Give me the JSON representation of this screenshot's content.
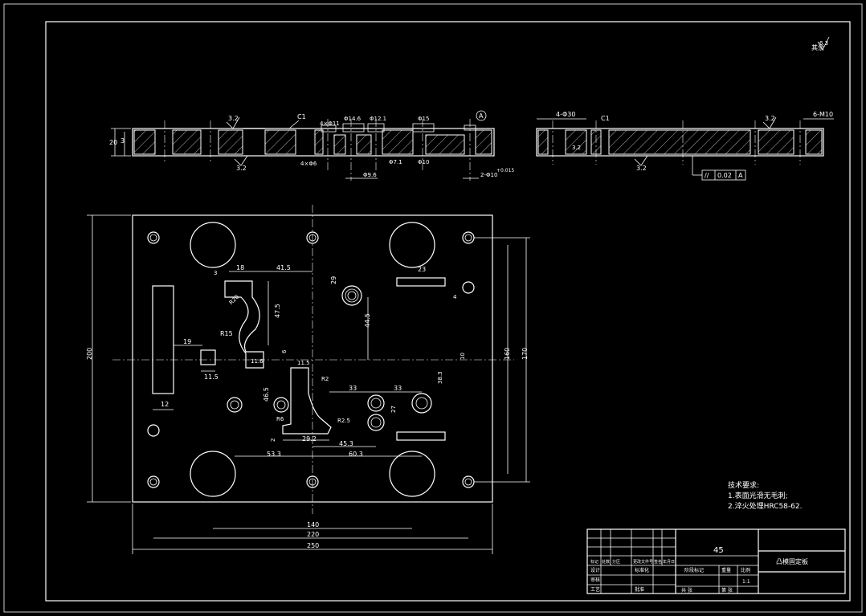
{
  "roughness_symbol": "6.3",
  "top_view": {
    "labels": {
      "h20": "20",
      "h3": "3",
      "r32a": "3.2",
      "c1": "C1",
      "d4x11": "4×Φ11",
      "d146": "Φ14.6",
      "d121": "Φ12.1",
      "d15": "Φ15",
      "datum": "A",
      "r32b": "3.2",
      "d4xd6": "4×Φ6",
      "d96": "Φ9.6",
      "d71": "Φ7.1",
      "d10": "Φ10",
      "d2x10": "2-Φ10",
      "tol": "+0.015"
    }
  },
  "side_view": {
    "labels": {
      "d4x30": "4-Φ30",
      "c1": "C1",
      "r32": "3.2",
      "m10": "6-M10",
      "r32b": "3.2",
      "r32c": "3.2",
      "parallel": "//",
      "tol": "0.02",
      "datum": "A"
    }
  },
  "plan_view": {
    "labels": {
      "d18": "18",
      "d415": "41.5",
      "d3": "3",
      "d23": "23",
      "d29": "29",
      "r20": "R20",
      "d475": "47.5",
      "d445": "44.5",
      "r15": "R15",
      "d19": "19",
      "d6": "6",
      "d116": "11.6",
      "d115": "11.5",
      "d10": "10",
      "d115b": "11.5",
      "d4": "4",
      "r2": "R2",
      "d33a": "33",
      "d33b": "33",
      "d383": "38.3",
      "d12": "12",
      "d465": "46.5",
      "r6": "R6",
      "r25": "R2.5",
      "d27": "27",
      "d2": "2",
      "d292": "29.2",
      "d453": "45.3",
      "d533": "53.3",
      "d603": "60.3",
      "d200": "200",
      "d160": "160",
      "d170": "170",
      "d140": "140",
      "d220": "220",
      "d250": "250"
    }
  },
  "notes": {
    "title": "技术要求:",
    "line1": "1.表面光滑无毛刺;",
    "line2": "2.淬火处理HRC58-62."
  },
  "title_block": {
    "material": "45",
    "part_name": "凸模固定板",
    "scale": "1:1",
    "row_labels": [
      "标记",
      "处数",
      "分区",
      "更改文件号",
      "签名",
      "年月日"
    ],
    "designer_label": "设计",
    "standard_label": "标准化",
    "stage_label": "阶段标记",
    "weight_label": "重量",
    "ratio_label": "比例",
    "approve_label": "审核",
    "process_label": "工艺",
    "date_label": "批准",
    "sheet_label": "共  张",
    "sheet2_label": "第  张"
  }
}
